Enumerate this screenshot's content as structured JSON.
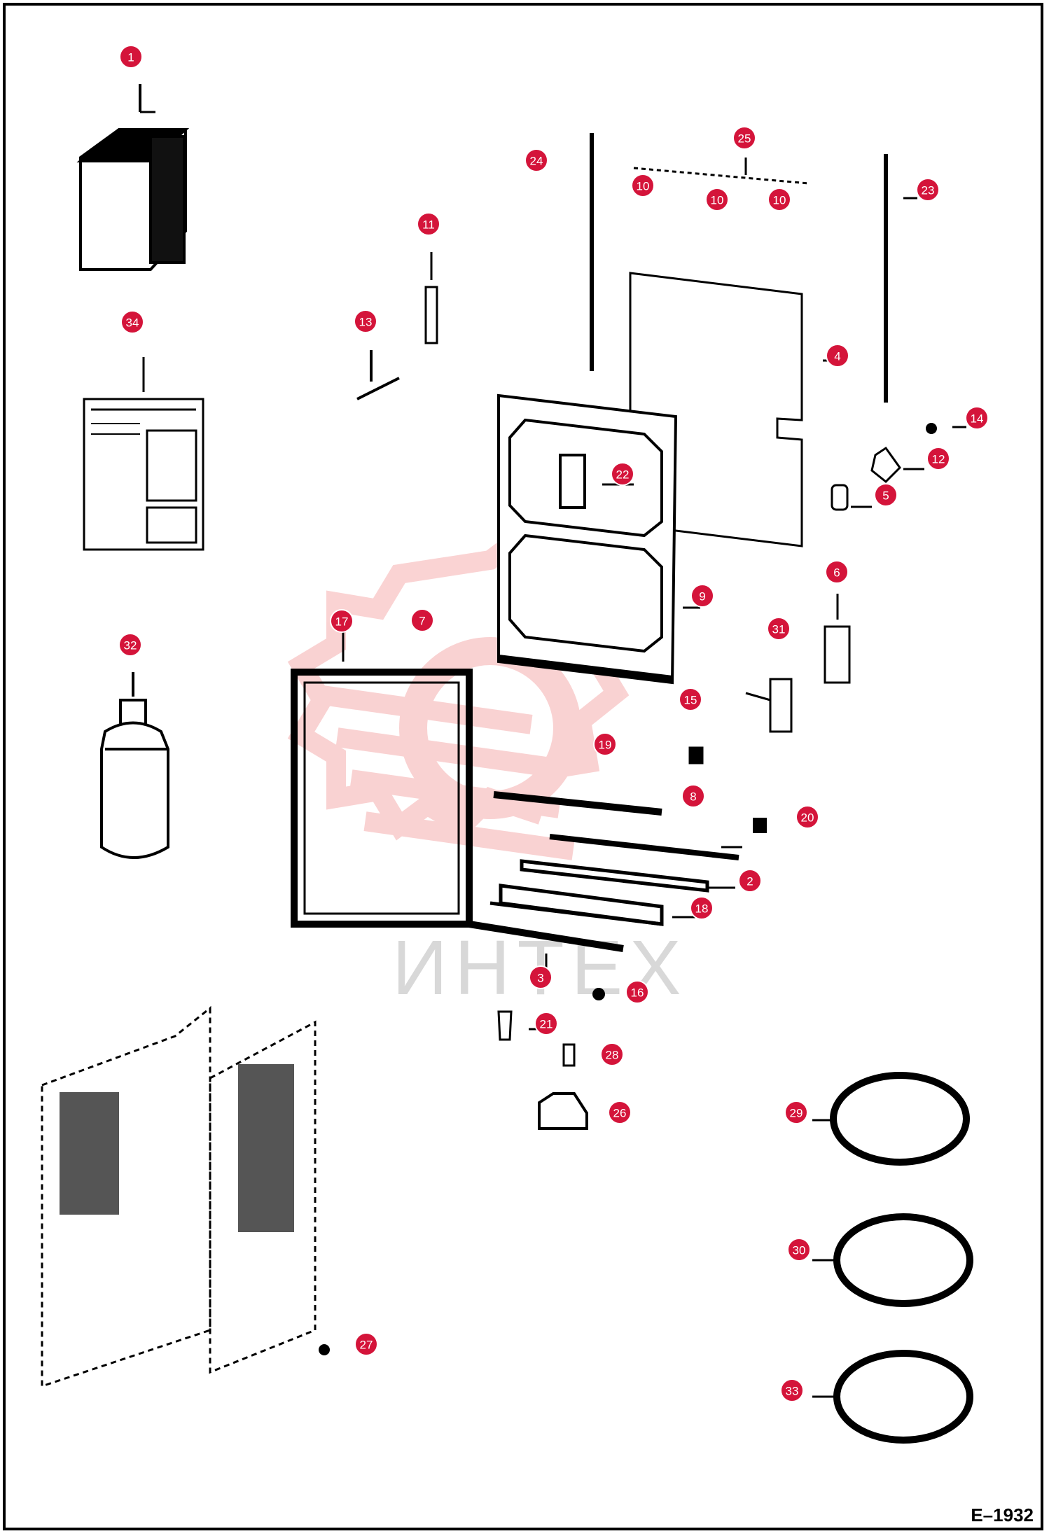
{
  "drawing_reference": "E–1932",
  "watermark_text": "ИНТЕХ",
  "colors": {
    "callout_fill": "#d4143a",
    "callout_text": "#ffffff",
    "line_art": "#000000",
    "watermark": "#f2a0a0"
  },
  "callouts": [
    "1",
    "34",
    "32",
    "13",
    "11",
    "24",
    "25",
    "10",
    "10",
    "10",
    "23",
    "4",
    "14",
    "12",
    "5",
    "22",
    "9",
    "6",
    "7",
    "17",
    "31",
    "15",
    "19",
    "8",
    "20",
    "2",
    "18",
    "3",
    "16",
    "21",
    "28",
    "26",
    "29",
    "30",
    "33",
    "27"
  ]
}
